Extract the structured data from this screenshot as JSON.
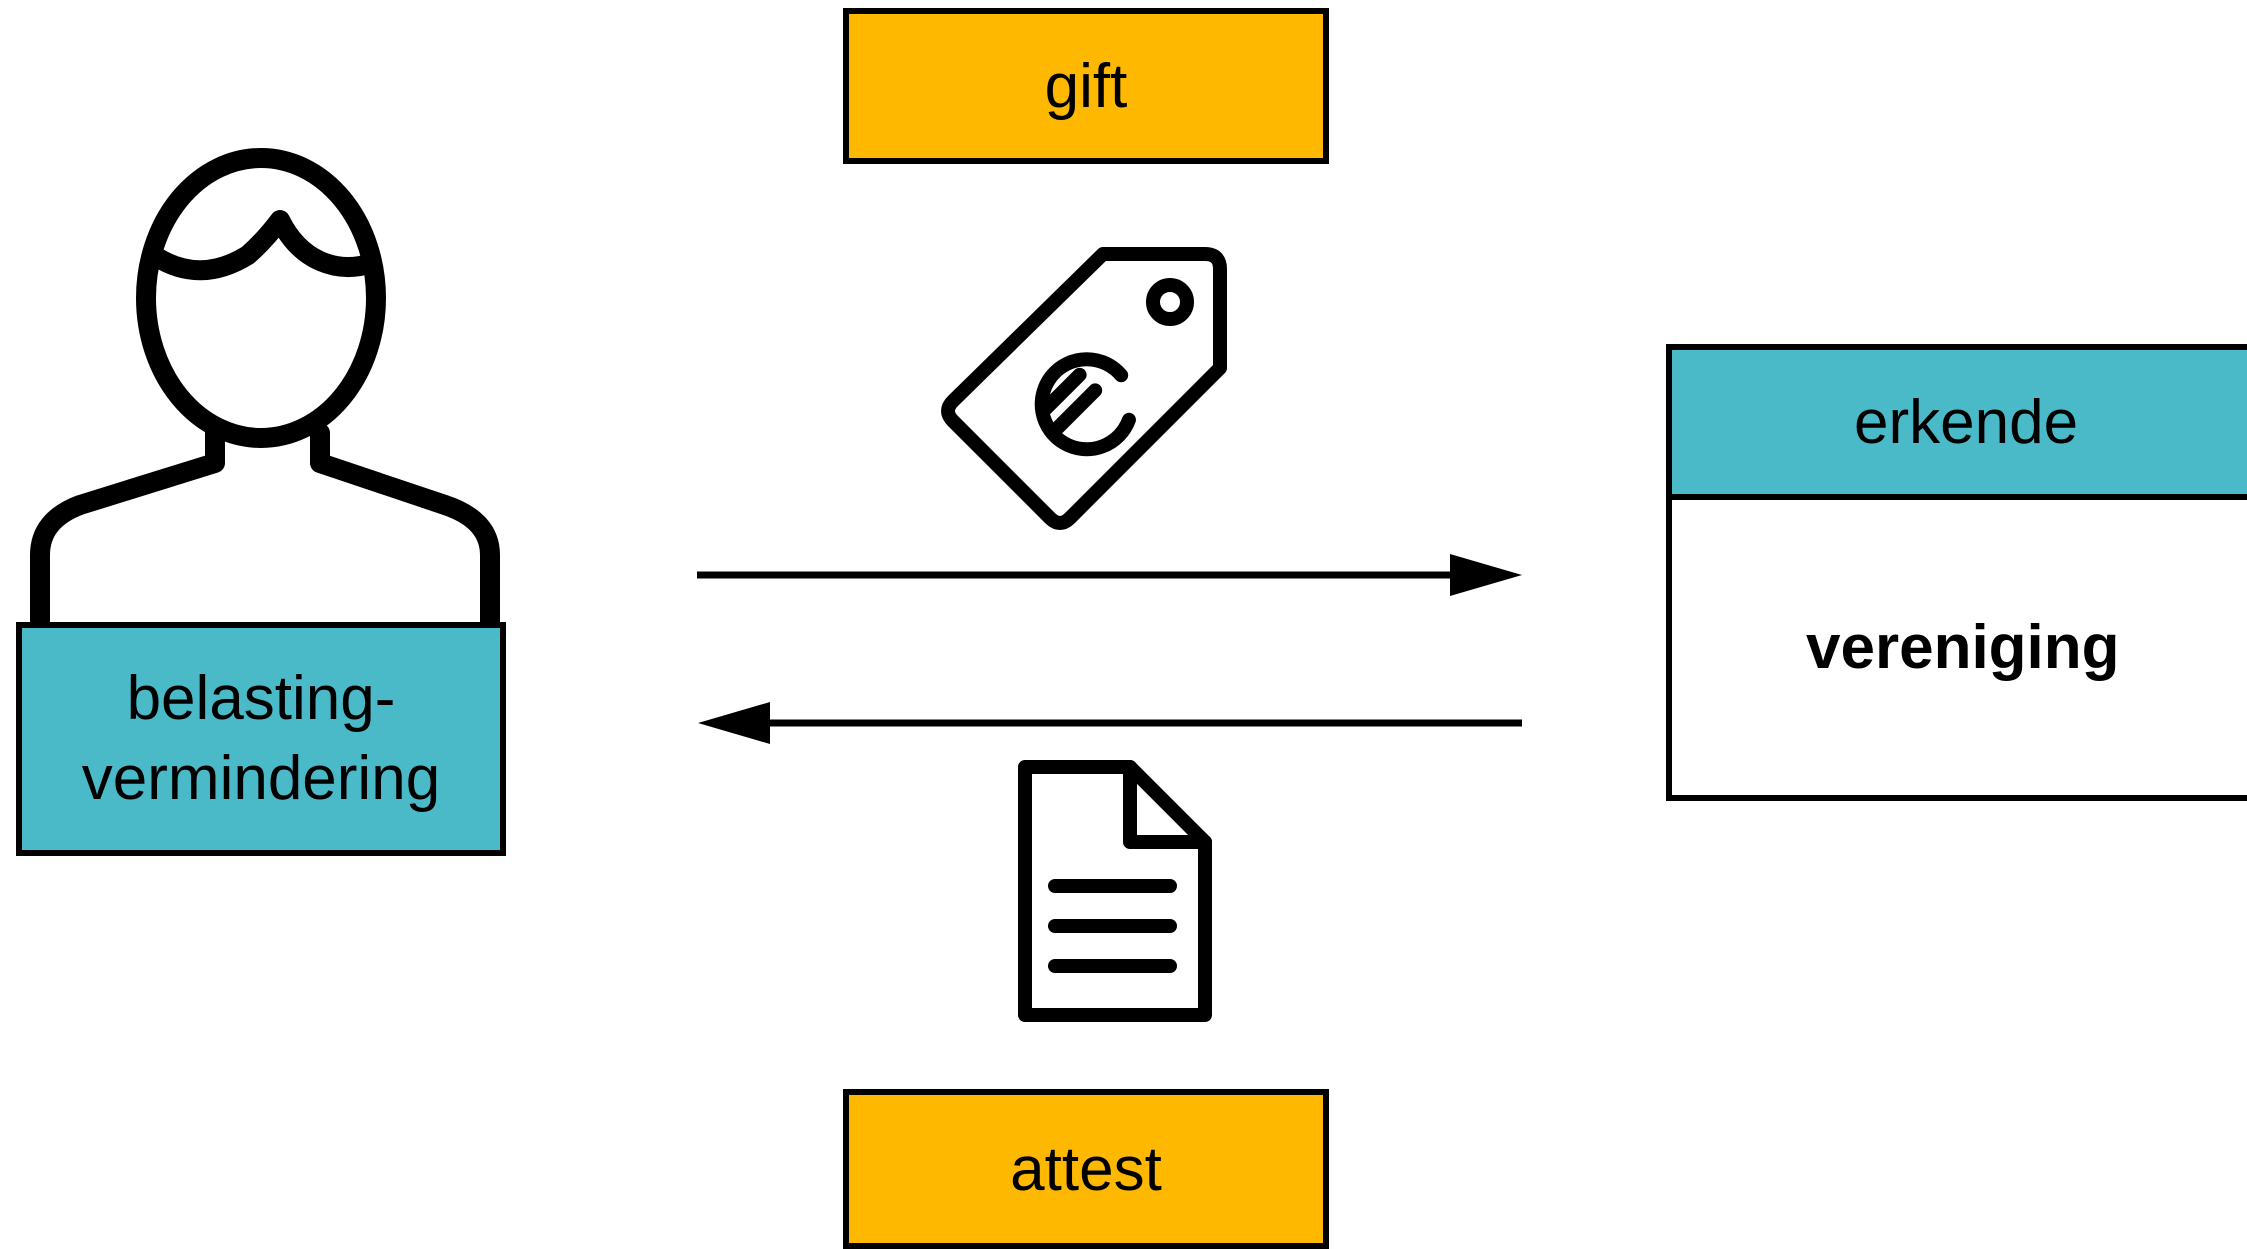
{
  "colors": {
    "accent_orange": "#FFB800",
    "accent_teal": "#4AB9C8",
    "stroke": "#000000",
    "background": "#ffffff"
  },
  "flow": {
    "forward_label": "gift",
    "backward_label": "attest"
  },
  "donor": {
    "icon": "person-icon",
    "label_line1": "belasting-",
    "label_line2": "vermindering"
  },
  "organisation": {
    "header": "erkende",
    "body": "vereniging"
  },
  "icons": {
    "forward": "euro-price-tag-icon",
    "backward": "document-icon"
  }
}
